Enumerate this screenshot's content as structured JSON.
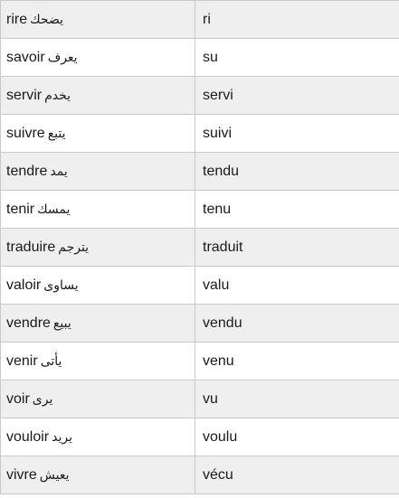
{
  "rows": [
    {
      "infinitive": "rire",
      "arabic": "يضحك",
      "participle": "ri"
    },
    {
      "infinitive": "savoir",
      "arabic": "يعرف",
      "participle": "su"
    },
    {
      "infinitive": "servir",
      "arabic": "يخدم",
      "participle": "servi"
    },
    {
      "infinitive": "suivre",
      "arabic": "يتبع",
      "participle": "suivi"
    },
    {
      "infinitive": "tendre",
      "arabic": "يمد",
      "participle": "tendu"
    },
    {
      "infinitive": "tenir",
      "arabic": "يمسك",
      "participle": "tenu"
    },
    {
      "infinitive": "traduire",
      "arabic": "يترجم",
      "participle": "traduit"
    },
    {
      "infinitive": "valoir",
      "arabic": "يساوى",
      "participle": "valu"
    },
    {
      "infinitive": "vendre",
      "arabic": "يبيع",
      "participle": "vendu"
    },
    {
      "infinitive": "venir",
      "arabic": "يأتى",
      "participle": "venu"
    },
    {
      "infinitive": "voir",
      "arabic": "يرى",
      "participle": "vu"
    },
    {
      "infinitive": "vouloir",
      "arabic": "يريد",
      "participle": "voulu"
    },
    {
      "infinitive": "vivre",
      "arabic": "يعيش",
      "participle": "vécu"
    }
  ],
  "colors": {
    "row_shaded": "#efefef",
    "row_plain": "#ffffff",
    "border": "#c9c9c9",
    "text": "#1a1a1a"
  }
}
